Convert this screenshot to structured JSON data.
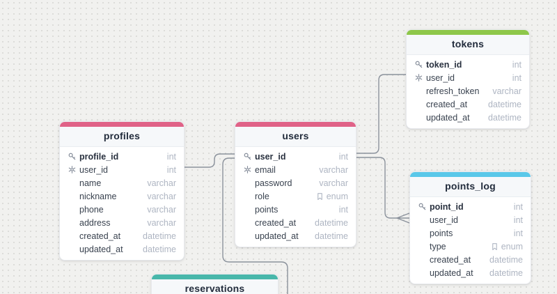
{
  "diagram": {
    "canvas": {
      "background": "#f1f1ef",
      "dot_color": "#d8d8d5"
    },
    "line_color": "#8b929c",
    "icons": {
      "primary_key": "key-icon",
      "unique_key": "snowflake-icon",
      "enum": "bookmark-icon"
    },
    "tables": [
      {
        "id": "profiles",
        "title": "profiles",
        "accent": "#e06287",
        "fields": [
          {
            "name": "profile_id",
            "type": "int",
            "key": "primary_key"
          },
          {
            "name": "user_id",
            "type": "int",
            "key": "unique_key"
          },
          {
            "name": "name",
            "type": "varchar"
          },
          {
            "name": "nickname",
            "type": "varchar"
          },
          {
            "name": "phone",
            "type": "varchar"
          },
          {
            "name": "address",
            "type": "varchar"
          },
          {
            "name": "created_at",
            "type": "datetime"
          },
          {
            "name": "updated_at",
            "type": "datetime"
          }
        ]
      },
      {
        "id": "users",
        "title": "users",
        "accent": "#e06287",
        "fields": [
          {
            "name": "user_id",
            "type": "int",
            "key": "primary_key"
          },
          {
            "name": "email",
            "type": "varchar",
            "key": "unique_key"
          },
          {
            "name": "password",
            "type": "varchar"
          },
          {
            "name": "role",
            "type": "enum",
            "is_enum": true
          },
          {
            "name": "points",
            "type": "int"
          },
          {
            "name": "created_at",
            "type": "datetime"
          },
          {
            "name": "updated_at",
            "type": "datetime"
          }
        ]
      },
      {
        "id": "tokens",
        "title": "tokens",
        "accent": "#8ec74a",
        "fields": [
          {
            "name": "token_id",
            "type": "int",
            "key": "primary_key"
          },
          {
            "name": "user_id",
            "type": "int",
            "key": "unique_key"
          },
          {
            "name": "refresh_token",
            "type": "varchar"
          },
          {
            "name": "created_at",
            "type": "datetime"
          },
          {
            "name": "updated_at",
            "type": "datetime"
          }
        ]
      },
      {
        "id": "points_log",
        "title": "points_log",
        "accent": "#5ac8e9",
        "fields": [
          {
            "name": "point_id",
            "type": "int",
            "key": "primary_key"
          },
          {
            "name": "user_id",
            "type": "int"
          },
          {
            "name": "points",
            "type": "int"
          },
          {
            "name": "type",
            "type": "enum",
            "is_enum": true
          },
          {
            "name": "created_at",
            "type": "datetime"
          },
          {
            "name": "updated_at",
            "type": "datetime"
          }
        ]
      },
      {
        "id": "reservations",
        "title": "reservations",
        "accent": "#48b7aa",
        "fields": []
      }
    ],
    "relationships": [
      {
        "id": "profiles-users",
        "from": "profiles.user_id",
        "to": "users.user_id"
      },
      {
        "id": "users-tokens",
        "from": "users.user_id",
        "to": "tokens.user_id"
      },
      {
        "id": "users-points_log",
        "from": "users.user_id",
        "to": "points_log.user_id",
        "to_cardinality": "many"
      },
      {
        "id": "users-reservations",
        "from": "users.user_id",
        "to": "reservations"
      }
    ]
  }
}
